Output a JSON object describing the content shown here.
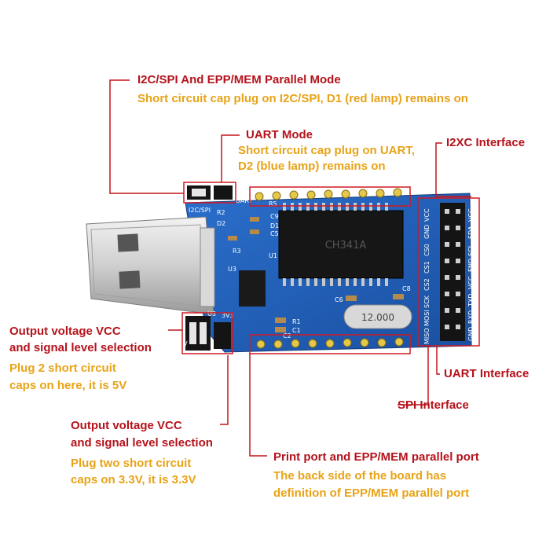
{
  "annotations": {
    "i2c_spi_mode": {
      "title": "I2C/SPI And EPP/MEM Parallel Mode",
      "desc": "Short circuit cap plug on I2C/SPI, D1 (red lamp) remains on"
    },
    "uart_mode": {
      "title": "UART Mode",
      "desc_line1": "Short circuit cap plug on UART,",
      "desc_line2": "D2 (blue lamp) remains on"
    },
    "i2xc_interface": {
      "title": "I2XC  Interface"
    },
    "uart_interface": {
      "title": "UART  Interface"
    },
    "spi_interface": {
      "title": "SPI Interface"
    },
    "vcc_5v": {
      "title_line1": "Output voltage VCC",
      "title_line2": "and signal level selection",
      "desc_line1": "Plug 2 short circuit",
      "desc_line2": "caps on here, it is 5V"
    },
    "vcc_3v3": {
      "title_line1": "Output voltage VCC",
      "title_line2": "and signal level selection",
      "desc_line1": "Plug two short circuit",
      "desc_line2": "caps on 3.3V, it is 3.3V"
    },
    "print_port": {
      "title": "Print port and EPP/MEM parallel port",
      "desc_line1": "The back side of the board has",
      "desc_line2": "definition of EPP/MEM parallel port"
    }
  },
  "board": {
    "silkscreen": {
      "i2c_spi": "I2C/SPI",
      "uart": "UART",
      "r2": "R2",
      "d2": "D2",
      "r3": "R3",
      "u3": "U3",
      "v3v3": "3V3",
      "v5": "5V",
      "u3b": "U3",
      "r5": "R5",
      "c9": "C9",
      "d1": "D1",
      "c5": "C5",
      "u1": "U1",
      "c8": "C8",
      "c6": "C6",
      "r1": "R1",
      "c1": "C1",
      "c2": "C2",
      "crystal": "12.000",
      "chip": "CH341A",
      "pins_left": [
        "MISO",
        "MOSI",
        "SCK",
        "CS2",
        "CS1",
        "CS0",
        "GND",
        "VCC"
      ],
      "pins_right": [
        "GND",
        "RXD",
        "TXD",
        "VCC",
        "END",
        "SCL",
        "SDA",
        "VCC"
      ]
    },
    "colors": {
      "pcb": "#1f5fb8",
      "annotation": "#b5121b",
      "desc": "#e8a317"
    }
  }
}
